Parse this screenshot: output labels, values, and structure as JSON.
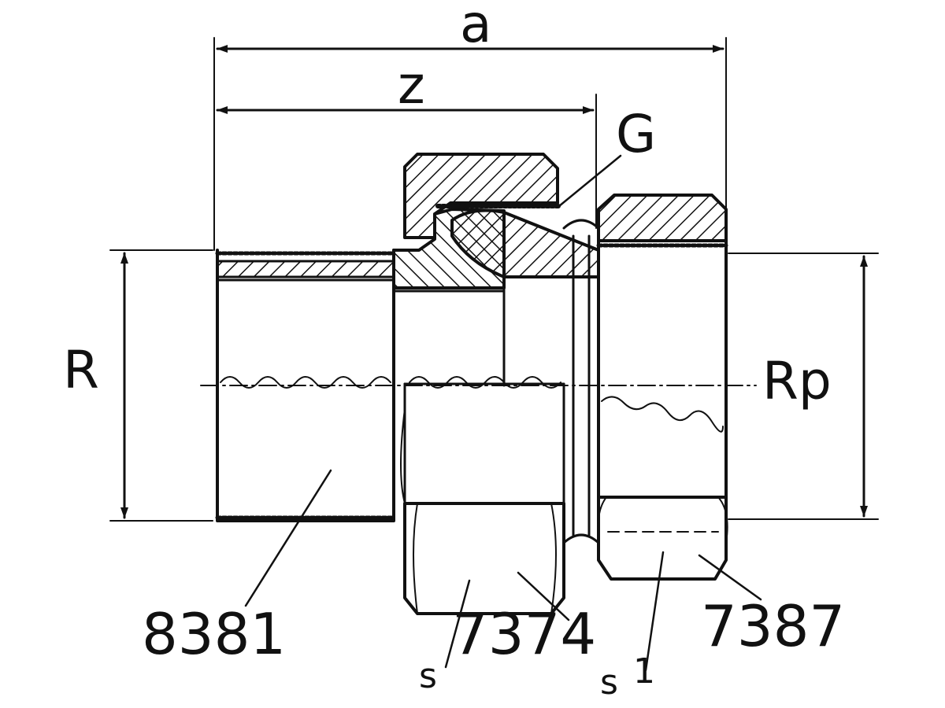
{
  "dimensions": {
    "overall_length": "a",
    "fitting_length": "z",
    "thread_g": "G",
    "male_thread": "R",
    "female_thread": "Rp"
  },
  "parts": {
    "male_part": "8381",
    "union_nut": "7374",
    "female_part": "7387"
  },
  "wrench_sizes": {
    "nut_s": "s",
    "female_s1_letter": "s",
    "female_s1_index": "1"
  },
  "colors": {
    "ink": "#111111",
    "paper": "#ffffff"
  }
}
